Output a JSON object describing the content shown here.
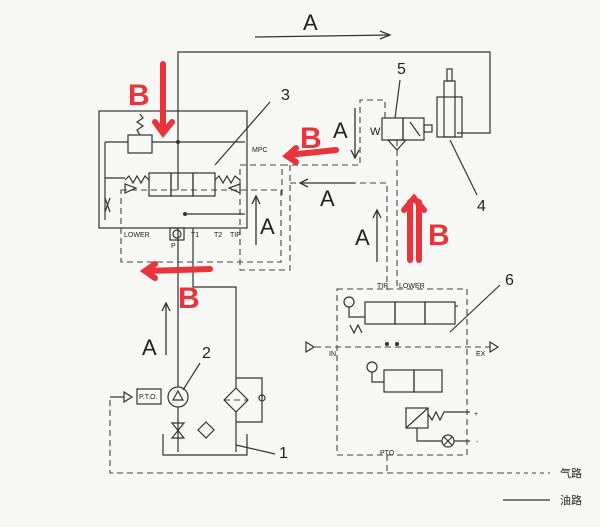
{
  "title_labels": {
    "component_numbers": [
      "1",
      "2",
      "3",
      "4",
      "5",
      "6"
    ]
  },
  "flow_labels": {
    "a": "A",
    "b": "B"
  },
  "valve3": {
    "mpc": "MPC",
    "lower": "LOWER",
    "t1": "T1",
    "t2": "T2",
    "tip": "TIP",
    "p": "P"
  },
  "valve5": {
    "w": "W"
  },
  "valve6": {
    "tip": "TIP",
    "lower": "LOWER",
    "in": "IN",
    "ex": "EX",
    "pto": "PTO",
    "plus": "+",
    "minus": "-"
  },
  "pump": {
    "pto": "P.T.O."
  },
  "legend": {
    "air": "气路",
    "oil": "油路"
  },
  "colors": {
    "annotation": "#e8343a",
    "line": "#333333"
  }
}
